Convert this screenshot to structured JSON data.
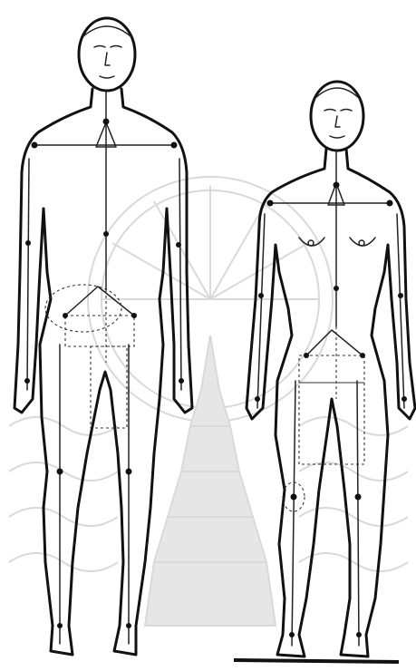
{
  "figure": {
    "colors": {
      "ink": "#111111",
      "background": "#ffffff",
      "watermark": "#d9d9d9"
    },
    "figures": [
      "male-body-outline",
      "female-body-outline"
    ],
    "watermark": "temple-seal-watermark"
  }
}
